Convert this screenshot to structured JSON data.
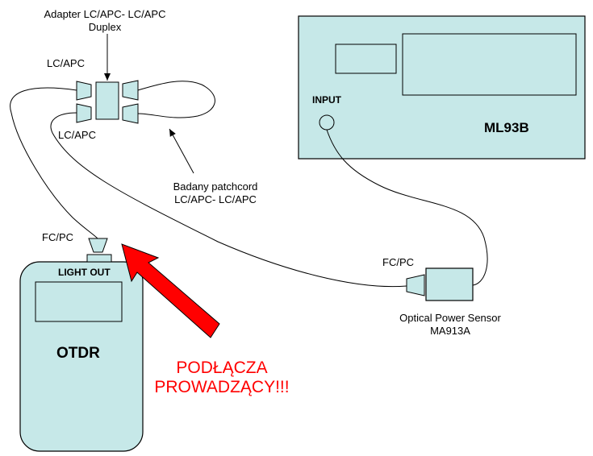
{
  "labels": {
    "adapter_line1": "Adapter LC/APC- LC/APC",
    "adapter_line2": "Duplex",
    "lc_apc_top": "LC/APC",
    "lc_apc_bottom": "LC/APC",
    "input": "INPUT",
    "instrument_name": "ML93B",
    "patchcord_line1": "Badany patchcord",
    "patchcord_line2": "LC/APC- LC/APC",
    "fc_pc_left": "FC/PC",
    "fc_pc_right": "FC/PC",
    "light_out": "LIGHT OUT",
    "otdr": "OTDR",
    "sensor_line1": "Optical Power Sensor",
    "sensor_line2": "MA913A",
    "warning_line1": "PODŁĄCZA",
    "warning_line2": "PROWADZĄCY!!!"
  },
  "colors": {
    "device_fill": "#c6e8e8",
    "outline": "#000000",
    "warning_arrow": "#ff0000",
    "warning_text": "#ff0000"
  }
}
